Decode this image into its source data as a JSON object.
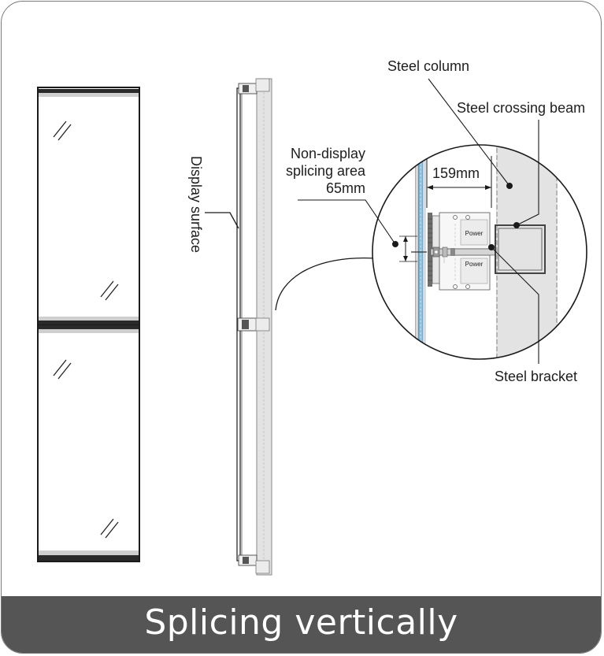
{
  "labels": {
    "steel_column": "Steel column",
    "steel_crossing_beam": "Steel crossing beam",
    "non_display_line1": "Non-display",
    "non_display_line2": "splicing area",
    "non_display_value": "65mm",
    "dimension_159": "159mm",
    "display_surface": "Display surface",
    "steel_bracket": "Steel bracket",
    "power_top": "Power",
    "power_bottom": "Power"
  },
  "footer": {
    "title": "Splicing vertically"
  },
  "colors": {
    "footer_bg": "#555556",
    "panel_edge": "#1a1a1a",
    "column_fill": "#e3e3e3",
    "glass_blue": "#8fc3e0"
  }
}
